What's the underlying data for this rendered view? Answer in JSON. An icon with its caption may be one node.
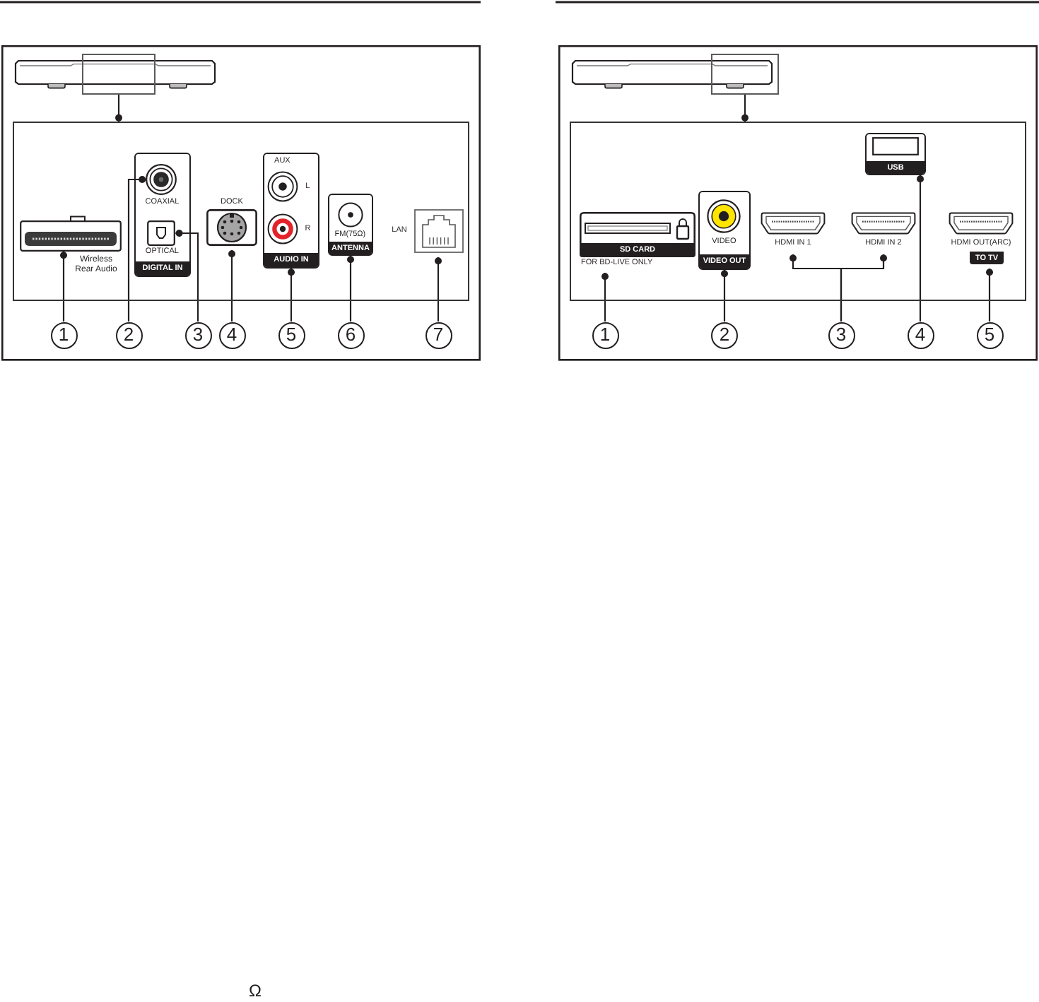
{
  "diagram": {
    "nodes": [
      {
        "text": [],
        "shape": "box"
      },
      {
        "text": [],
        "shape": "box"
      },
      {
        "text": [],
        "shape": "box",
        "in": 1,
        "beside": [
          "Wireless Rear Audio"
        ]
      },
      {
        "text": [
          "COAXIAL",
          "OPTICAL",
          "DIGITAL IN"
        ],
        "in": 1
      },
      {
        "text": [],
        "shape": "circle",
        "in": 3
      },
      {
        "text": [],
        "shape": "box",
        "in": 3
      },
      {
        "text": [
          "DOCK"
        ],
        "in": 1
      },
      {
        "text": [
          "AUX",
          "L",
          "R",
          "AUDIO IN"
        ],
        "in": 1
      },
      {
        "text": [
          "FM(75Ω)",
          "ANTENNA"
        ],
        "in": 1
      },
      {
        "text": [
          "LAN"
        ],
        "in": 1
      },
      {
        "text": [
          "1"
        ]
      },
      {
        "text": [
          "2"
        ]
      },
      {
        "text": [
          "3"
        ]
      },
      {
        "text": [
          "4"
        ]
      },
      {
        "text": [
          "5"
        ]
      },
      {
        "text": [
          "6"
        ]
      },
      {
        "text": [
          "7"
        ]
      },
      {
        "text": [],
        "shape": "box"
      },
      {
        "text": [],
        "shape": "box"
      },
      {
        "text": [
          "SD CARD",
          "FOR BD-LIVE ONLY"
        ],
        "in": 18
      },
      {
        "text": [
          "VIDEO",
          "VIDEO OUT"
        ],
        "in": 18
      },
      {
        "text": [
          "HDMI IN 1"
        ],
        "in": 18
      },
      {
        "text": [
          "HDMI IN 2"
        ],
        "in": 18
      },
      {
        "text": [
          "USB"
        ],
        "in": 18
      },
      {
        "text": [
          "HDMI OUT(ARC)",
          "TO TV"
        ],
        "in": 18
      },
      {
        "text": [
          "1"
        ]
      },
      {
        "text": [
          "2"
        ]
      },
      {
        "text": [
          "3"
        ]
      },
      {
        "text": [
          "4"
        ]
      },
      {
        "text": [
          "5"
        ]
      }
    ],
    "edges": [
      {
        "from": 0,
        "to": 1,
        "arrow": "other"
      },
      {
        "from": 10,
        "to": 2,
        "arrow": "other"
      },
      {
        "from": 11,
        "to": 4,
        "arrow": "other"
      },
      {
        "from": 12,
        "to": 5,
        "arrow": "other"
      },
      {
        "from": 13,
        "to": 6,
        "arrow": "other"
      },
      {
        "from": 14,
        "to": 7,
        "arrow": "other"
      },
      {
        "from": 15,
        "to": 8,
        "arrow": "other"
      },
      {
        "from": 16,
        "to": 9,
        "arrow": "other"
      },
      {
        "from": 17,
        "to": 18,
        "arrow": "other"
      },
      {
        "from": 25,
        "to": 19,
        "arrow": "other"
      },
      {
        "from": 26,
        "to": 20,
        "arrow": "other"
      },
      {
        "from": 27,
        "to": 21,
        "arrow": "other"
      },
      {
        "from": 27,
        "to": 22,
        "arrow": "other"
      },
      {
        "from": 28,
        "to": 23,
        "arrow": "other"
      },
      {
        "from": 29,
        "to": 24,
        "arrow": "other"
      }
    ],
    "labels": [
      "Ω"
    ]
  }
}
